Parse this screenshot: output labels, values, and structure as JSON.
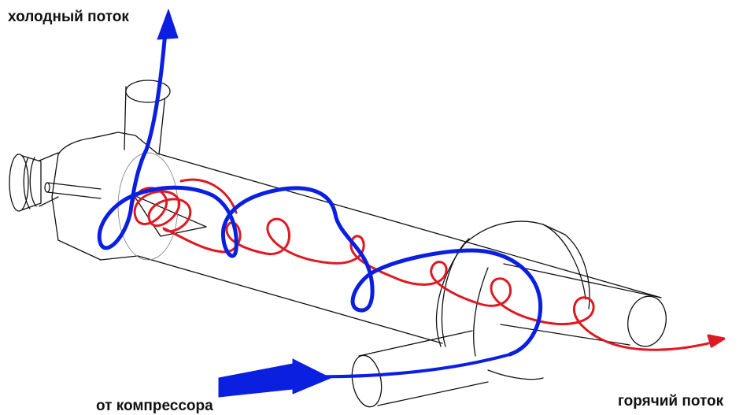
{
  "labels": {
    "cold_flow": "холодный поток",
    "from_compressor": "от компрессора",
    "hot_flow": "горячий поток"
  },
  "colors": {
    "outline": "#111111",
    "cold": "#0a1fe0",
    "hot": "#dd1a22",
    "background": "#ffffff"
  }
}
